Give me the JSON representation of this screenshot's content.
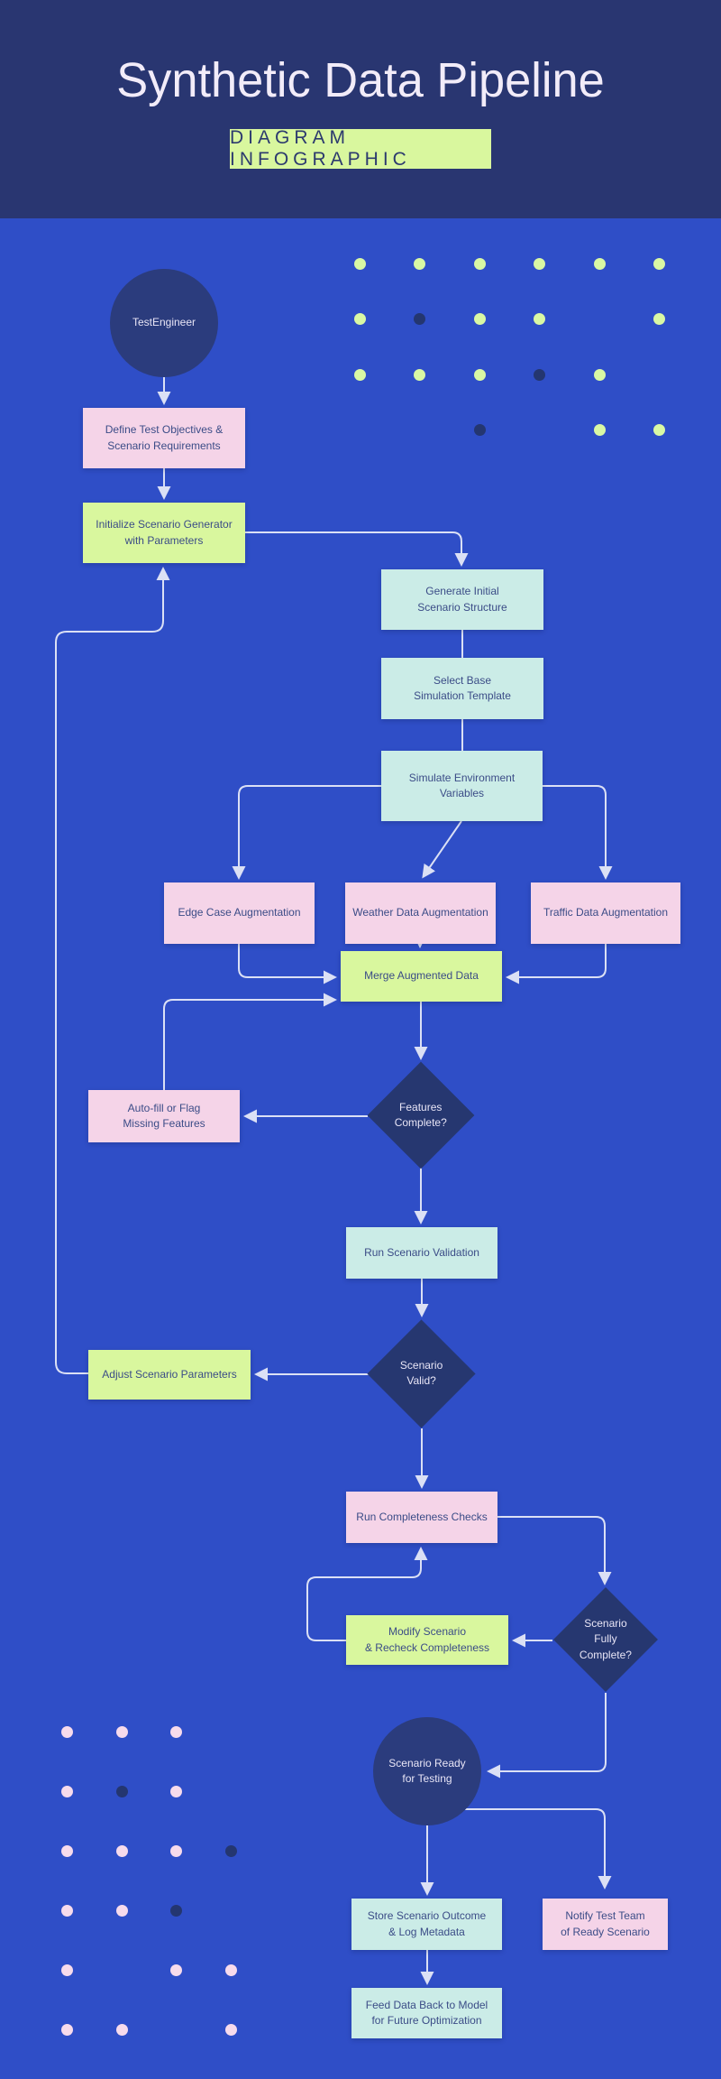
{
  "header": {
    "title": "Synthetic Data Pipeline",
    "badge": "DIAGRAM INFOGRAPHIC"
  },
  "colors": {
    "body_bg": "#2f4ec7",
    "header_bg": "#293671",
    "navy_circle": "#2b3c7d",
    "navy_diamond": "#263770",
    "lime": "#d9f79e",
    "pink": "#f5d4e8",
    "teal": "#cbece7",
    "line": "#dbe0f5",
    "text_dark": "#3b4c87",
    "text_light": "#e8e5f6",
    "dot_lime": "#d9f8a4",
    "dot_navy": "#243670",
    "dot_pink": "#f7dbec"
  },
  "nodes": {
    "test_engineer": {
      "label": "TestEngineer"
    },
    "define": {
      "label": "Define Test Objectives &\nScenario Requirements"
    },
    "initialize": {
      "label": "Initialize Scenario Generator\nwith Parameters"
    },
    "generate": {
      "label": "Generate Initial\nScenario Structure"
    },
    "select_base": {
      "label": "Select Base\nSimulation Template"
    },
    "simulate": {
      "label": "Simulate Environment\nVariables"
    },
    "edge_case": {
      "label": "Edge Case Augmentation"
    },
    "weather": {
      "label": "Weather Data Augmentation"
    },
    "traffic": {
      "label": "Traffic Data Augmentation"
    },
    "merge": {
      "label": "Merge Augmented Data"
    },
    "features_complete": {
      "label": "Features\nComplete?"
    },
    "autofill": {
      "label": "Auto-fill or Flag\nMissing Features"
    },
    "run_validation": {
      "label": "Run Scenario Validation"
    },
    "scenario_valid": {
      "label": "Scenario Valid?"
    },
    "adjust": {
      "label": "Adjust Scenario Parameters"
    },
    "run_completeness": {
      "label": "Run Completeness Checks"
    },
    "fully_complete": {
      "label": "Scenario Fully\nComplete?"
    },
    "modify": {
      "label": "Modify Scenario\n& Recheck Completeness"
    },
    "ready": {
      "label": "Scenario Ready\nfor Testing"
    },
    "store": {
      "label": "Store Scenario Outcome\n& Log Metadata"
    },
    "notify": {
      "label": "Notify Test Team\nof Ready Scenario"
    },
    "feed": {
      "label": "Feed Data Back to Model\nfor Future Optimization"
    }
  },
  "decor": {
    "top_right": {
      "pattern": [
        "LLLLLL",
        "LDLL_L",
        "LLLDL_",
        "__D_LL"
      ]
    },
    "bottom_left": {
      "pattern": [
        "PPP_",
        "PDP_",
        "PPPD",
        "PPD_",
        "P_PP",
        "PP_P"
      ]
    }
  }
}
